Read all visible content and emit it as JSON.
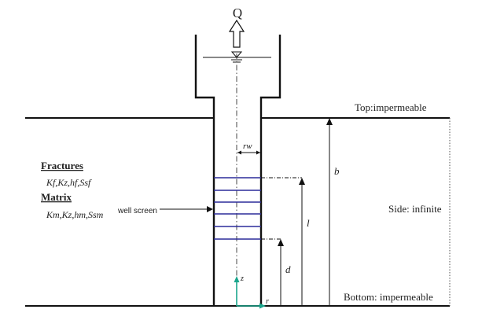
{
  "labels": {
    "q": "Q",
    "top": "Top:impermeable",
    "side": "Side: infinite",
    "bottom": "Bottom: impermeable",
    "fractures_heading": "Fractures",
    "fractures_params": "Kf,Kz,hf,Ssf",
    "matrix_heading": "Matrix",
    "matrix_params": "Km,Kz,hm,Ssm",
    "well_screen": "well screen",
    "rw": "rw",
    "b": "b",
    "l": "l",
    "d": "d",
    "z_axis": "z",
    "r_axis": "r"
  },
  "colors": {
    "line": "#111111",
    "screen": "#2b2b9a",
    "axis": "#1aa58c"
  },
  "screen_line_count": 6
}
